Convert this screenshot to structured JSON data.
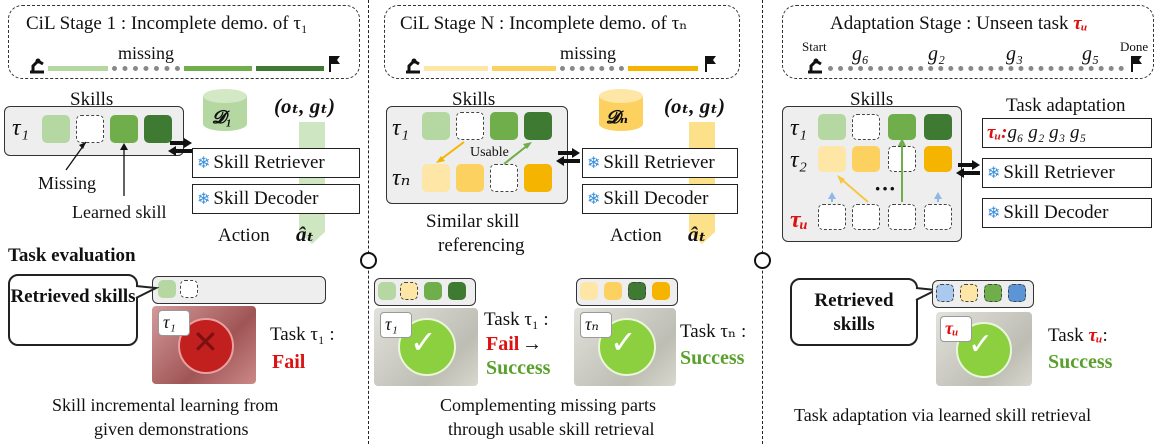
{
  "stage1": {
    "title": "CiL Stage 1 : Incomplete demo. of τ₁",
    "missing": "missing",
    "skills_label": "Skills",
    "tau": "τ₁",
    "dataset": "𝓓₁",
    "obs": "(oₜ, gₜ)",
    "retriever": "Skill Retriever",
    "decoder": "Skill Decoder",
    "action": "Action",
    "action_sym": "âₜ",
    "missing_note": "Missing",
    "learned_note": "Learned skill",
    "eval_title": "Task evaluation",
    "bubble": "Retrieved skills",
    "photo_tau": "τ₁",
    "task_label": "Task τ₁ :",
    "result": "Fail",
    "caption_line1": "Skill incremental learning from",
    "caption_line2": "given demonstrations"
  },
  "stageN": {
    "title": "CiL Stage N : Incomplete demo. of τₙ",
    "missing": "missing",
    "skills_label": "Skills",
    "tau1": "τ₁",
    "taun": "τₙ",
    "usable": "Usable",
    "dataset": "𝓓ₙ",
    "obs": "(oₜ, gₜ)",
    "retriever": "Skill Retriever",
    "decoder": "Skill Decoder",
    "action": "Action",
    "action_sym": "âₜ",
    "ref_line1": "Similar skill",
    "ref_line2": "referencing",
    "photo1_tau": "τ₁",
    "task1_label": "Task τ₁ :",
    "task1_fail": "Fail",
    "task1_arrow": "→",
    "task1_success": "Success",
    "photo2_tau": "τₙ",
    "task2_label": "Task τₙ :",
    "task2_result": "Success",
    "caption_line1": "Complementing missing parts",
    "caption_line2": "through usable skill retrieval"
  },
  "adapt": {
    "title_prefix": "Adaptation Stage : Unseen task ",
    "title_tau": "τᵤ",
    "start": "Start",
    "done": "Done",
    "goals": [
      "g₆",
      "g₂",
      "g₃",
      "g₅"
    ],
    "skills_label": "Skills",
    "tau1": "τ₁",
    "tau2": "τ₂",
    "tauu": "τᵤ",
    "dots": "···",
    "adapt_label": "Task adaptation",
    "adapt_tau": "τᵤ:",
    "adapt_seq": " g₆ g₂ g₃ g₅",
    "retriever": "Skill Retriever",
    "decoder": "Skill Decoder",
    "bubble": "Retrieved skills",
    "photo_tau": "τᵤ",
    "task_label_prefix": "Task ",
    "task_tau": "τᵤ",
    "task_colon": ":",
    "result": "Success",
    "caption": "Task adaptation via learned skill retrieval"
  },
  "colors": {
    "green_light": "#b5d8a3",
    "green_mid": "#6fae4a",
    "green_dark": "#3f7a33",
    "yellow_light": "#fde6a6",
    "yellow_mid": "#fcd15f",
    "yellow_dark": "#f5b400",
    "blue": "#5b95d6",
    "red": "#d11111",
    "success": "#5aa02c"
  }
}
